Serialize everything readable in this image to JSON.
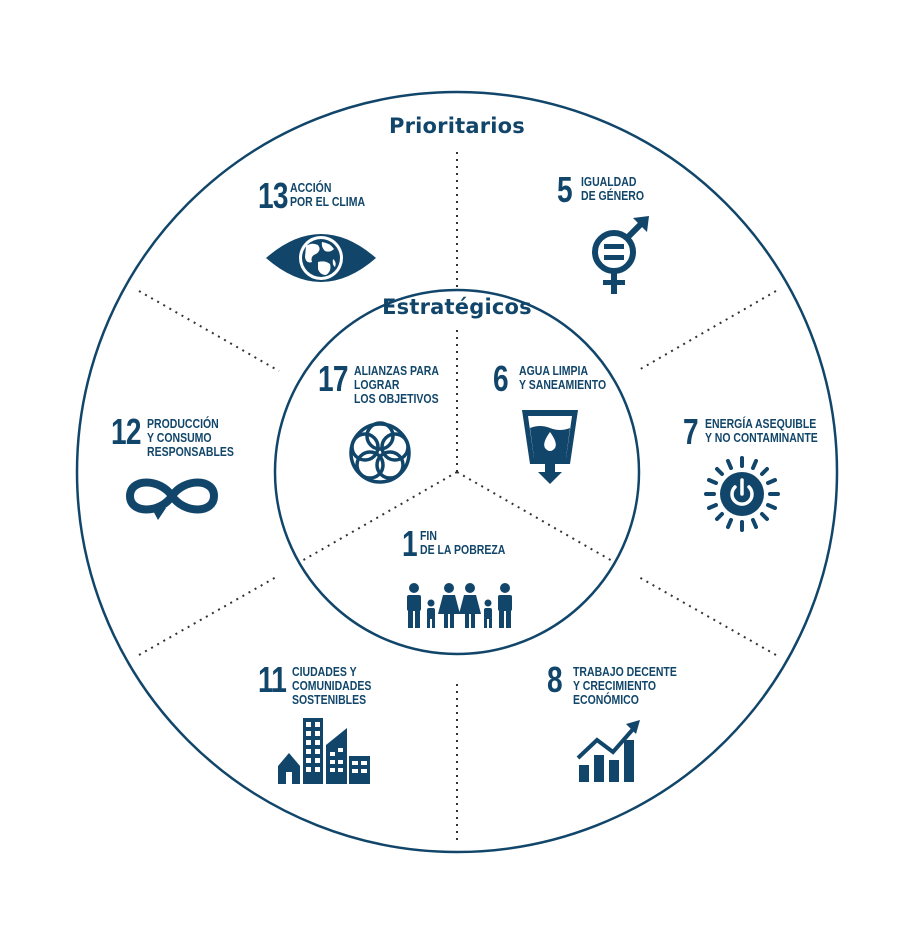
{
  "rings": {
    "outer_title": "Prioritarios",
    "inner_title": "Estratégicos"
  },
  "colors": {
    "primary": "#11466a",
    "background": "#ffffff"
  },
  "goals": {
    "g13": {
      "number": "13",
      "lines": [
        "ACCIÓN",
        "POR EL CLIMA"
      ],
      "icon": "eye-globe-icon"
    },
    "g5": {
      "number": "5",
      "lines": [
        "IGUALDAD",
        "DE GÉNERO"
      ],
      "icon": "gender-equality-icon"
    },
    "g12": {
      "number": "12",
      "lines": [
        "PRODUCCIÓN",
        "Y CONSUMO",
        "RESPONSABLES"
      ],
      "icon": "infinity-icon"
    },
    "g7": {
      "number": "7",
      "lines": [
        "ENERGÍA ASEQUIBLE",
        "Y NO CONTAMINANTE"
      ],
      "icon": "sun-power-icon"
    },
    "g17": {
      "number": "17",
      "lines": [
        "ALIANZAS PARA",
        "LOGRAR",
        "LOS OBJETIVOS"
      ],
      "icon": "rings-flower-icon"
    },
    "g6": {
      "number": "6",
      "lines": [
        "AGUA LIMPIA",
        "Y SANEAMIENTO"
      ],
      "icon": "water-glass-icon"
    },
    "g1": {
      "number": "1",
      "lines": [
        "FIN",
        "DE LA POBREZA"
      ],
      "icon": "family-icon"
    },
    "g11": {
      "number": "11",
      "lines": [
        "CIUDADES Y",
        "COMUNIDADES",
        "SOSTENIBLES"
      ],
      "icon": "city-buildings-icon"
    },
    "g8": {
      "number": "8",
      "lines": [
        "TRABAJO DECENTE",
        "Y CRECIMIENTO",
        "ECONÓMICO"
      ],
      "icon": "growth-chart-icon"
    }
  }
}
